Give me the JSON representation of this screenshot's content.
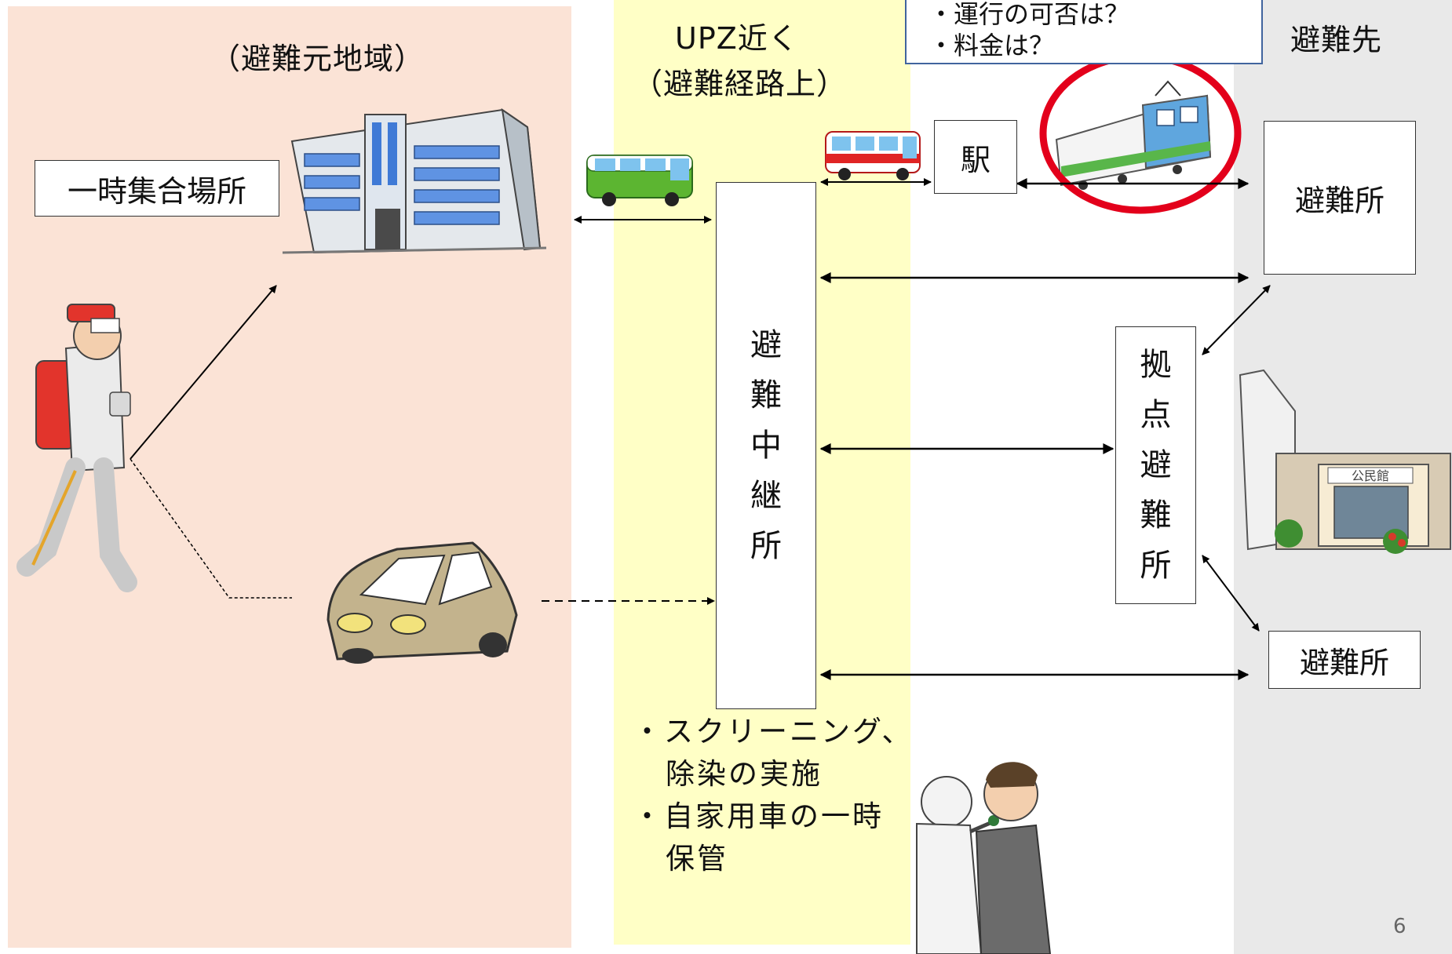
{
  "zones": {
    "origin_title": "（避難元地域）",
    "route_title_1": "UPZ近く",
    "route_title_2": "（避難経路上）",
    "dest_title": "避難先"
  },
  "note": {
    "line1": "・運行の可否は？",
    "line2": "・料金は？"
  },
  "boxes": {
    "assembly_point": "一時集合場所",
    "station": "駅",
    "shelter_top": "避難所",
    "shelter_bottom": "避難所",
    "relay": [
      "避",
      "難",
      "中",
      "継",
      "所"
    ],
    "base_shelter": [
      "拠",
      "点",
      "避",
      "難",
      "所"
    ]
  },
  "relay_notes": {
    "line1": "・スクリーニング、",
    "line2": "除染の実施",
    "line3": "・自家用車の一時",
    "line4": "保管"
  },
  "community_hall_sign": "公民館",
  "page_number": "6",
  "colors": {
    "origin_zone": "#fbe3d6",
    "route_zone": "#ffffc6",
    "destination_zone": "#e9e9e9",
    "highlight_ring": "#e3001b",
    "note_border": "#41649e"
  }
}
